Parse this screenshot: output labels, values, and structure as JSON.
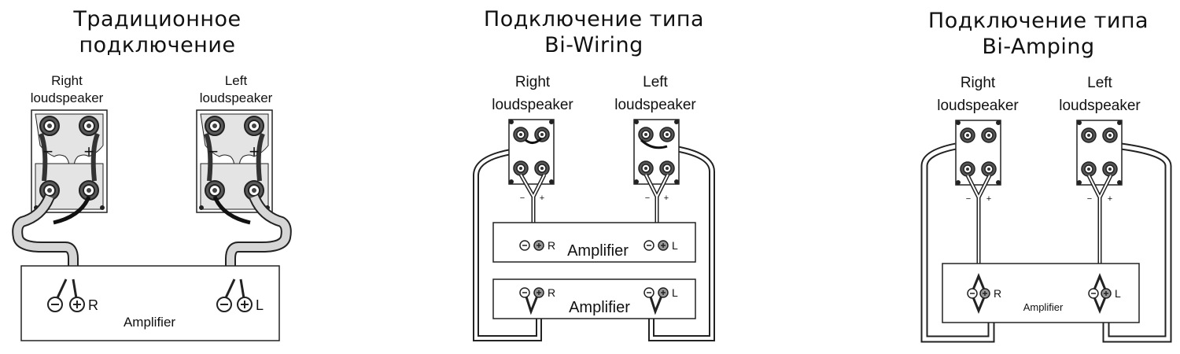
{
  "panels": [
    {
      "title": [
        "Традиционное",
        "подключение"
      ],
      "right_speaker": [
        "Right",
        "loudspeaker"
      ],
      "left_speaker": [
        "Left",
        "loudspeaker"
      ],
      "amplifier": "Amplifier",
      "channel_r": "R",
      "channel_l": "L"
    },
    {
      "title": [
        "Подключение типа",
        "Bi-Wiring"
      ],
      "right_speaker": [
        "Right",
        "loudspeaker"
      ],
      "left_speaker": [
        "Left",
        "loudspeaker"
      ],
      "amplifiers": [
        "Amplifier",
        "Amplifier"
      ],
      "channel_r": "R",
      "channel_l": "L"
    },
    {
      "title": [
        "Подключение типа",
        "Bi-Amping"
      ],
      "right_speaker": [
        "Right",
        "loudspeaker"
      ],
      "left_speaker": [
        "Left",
        "loudspeaker"
      ],
      "amplifier": "Amplifier",
      "channel_r": "R",
      "channel_l": "L"
    }
  ],
  "polarity": {
    "minus": "−",
    "plus": "+"
  }
}
